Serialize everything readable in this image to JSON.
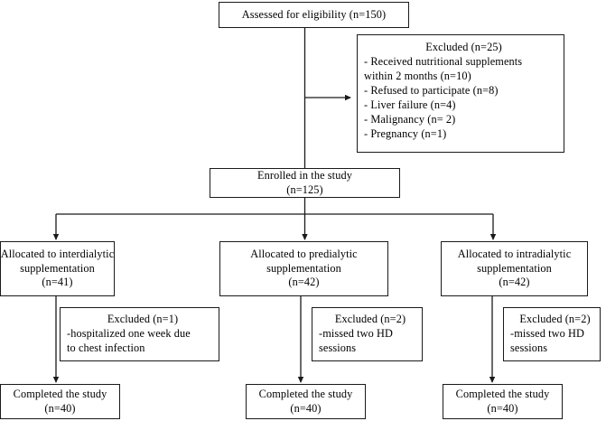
{
  "diagram": {
    "type": "flowchart",
    "title": "CONSORT participant flow diagram",
    "line_color": "#1a1a1a",
    "box_border_color": "#1a1a1a",
    "background": "#ffffff",
    "text_color": "#000000"
  },
  "nodes": {
    "assessed": {
      "lines": [
        "Assessed for eligibility (n=150)"
      ]
    },
    "excluded_top": {
      "heading": "Excluded (n=25)",
      "items": [
        "- Received nutritional supplements",
        "within 2 months (n=10)",
        "- Refused to participate (n=8)",
        "- Liver failure (n=4)",
        "- Malignancy (n= 2)",
        "- Pregnancy (n=1)"
      ]
    },
    "enrolled": {
      "line1": "Enrolled in the study",
      "line2": "(n=125)"
    },
    "alloc_inter": {
      "line1": "Allocated to interdialytic",
      "line2": "supplementation",
      "line3": "(n=41)"
    },
    "alloc_pre": {
      "line1": "Allocated to predialytic",
      "line2": "supplementation",
      "line3": "(n=42)"
    },
    "alloc_intra": {
      "line1": "Allocated to intradialytic",
      "line2": "supplementation",
      "line3": "(n=42)"
    },
    "excluded_inter": {
      "heading": "Excluded (n=1)",
      "line2": "-hospitalized one week due",
      "line3": "to chest infection"
    },
    "excluded_pre": {
      "heading": "Excluded (n=2)",
      "line2": "-missed two HD",
      "line3": "sessions"
    },
    "excluded_intra": {
      "heading": "Excluded (n=2)",
      "line2": "-missed two HD",
      "line3": "sessions"
    },
    "completed_inter": {
      "line1": "Completed the study",
      "line2": "(n=40)"
    },
    "completed_pre": {
      "line1": "Completed the study",
      "line2": "(n=40)"
    },
    "completed_intra": {
      "line1": "Completed the study",
      "line2": "(n=40)"
    }
  },
  "chart_data": {
    "type": "diagram",
    "title": "Participant flow",
    "stages": [
      {
        "label": "Assessed for eligibility",
        "n": 150
      },
      {
        "label": "Excluded",
        "n": 25,
        "reasons": [
          {
            "label": "Received nutritional supplements within 2 months",
            "n": 10
          },
          {
            "label": "Refused to participate",
            "n": 8
          },
          {
            "label": "Liver failure",
            "n": 4
          },
          {
            "label": "Malignancy",
            "n": 2
          },
          {
            "label": "Pregnancy",
            "n": 1
          }
        ]
      },
      {
        "label": "Enrolled in the study",
        "n": 125
      },
      {
        "label": "Allocated to interdialytic supplementation",
        "n": 41
      },
      {
        "label": "Allocated to predialytic supplementation",
        "n": 42
      },
      {
        "label": "Allocated to intradialytic supplementation",
        "n": 42
      },
      {
        "label": "Excluded (interdialytic) - hospitalized one week due to chest infection",
        "n": 1
      },
      {
        "label": "Excluded (predialytic) - missed two HD sessions",
        "n": 2
      },
      {
        "label": "Excluded (intradialytic) - missed two HD sessions",
        "n": 2
      },
      {
        "label": "Completed the study (interdialytic)",
        "n": 40
      },
      {
        "label": "Completed the study (predialytic)",
        "n": 40
      },
      {
        "label": "Completed the study (intradialytic)",
        "n": 40
      }
    ]
  }
}
